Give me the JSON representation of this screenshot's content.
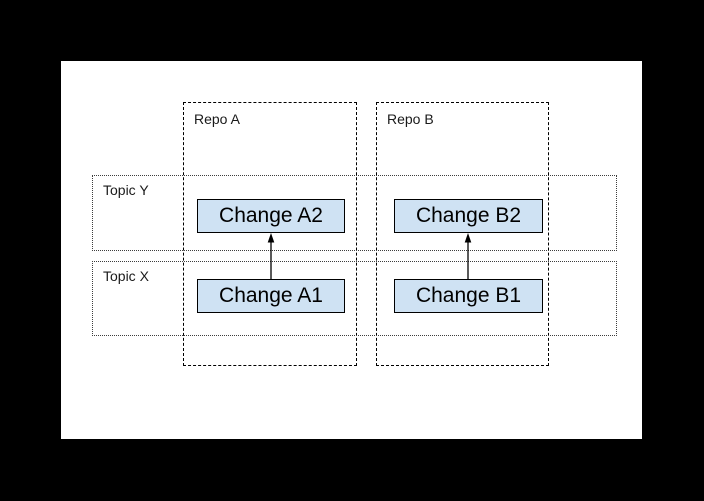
{
  "repos": [
    {
      "label": "Repo A"
    },
    {
      "label": "Repo B"
    }
  ],
  "topics": [
    {
      "label": "Topic Y"
    },
    {
      "label": "Topic X"
    }
  ],
  "changes": [
    {
      "label": "Change A2"
    },
    {
      "label": "Change B2"
    },
    {
      "label": "Change A1"
    },
    {
      "label": "Change B1"
    }
  ],
  "arrows": [
    {
      "from": "Change A1",
      "to": "Change A2"
    },
    {
      "from": "Change B1",
      "to": "Change B2"
    }
  ],
  "colors": {
    "page_background": "#000000",
    "canvas_background": "#ffffff",
    "change_box_fill": "#cfe2f3",
    "change_box_border": "#000000",
    "repo_border": "#000000",
    "topic_border": "#3d3d3d",
    "text": "#1a1a1a"
  }
}
